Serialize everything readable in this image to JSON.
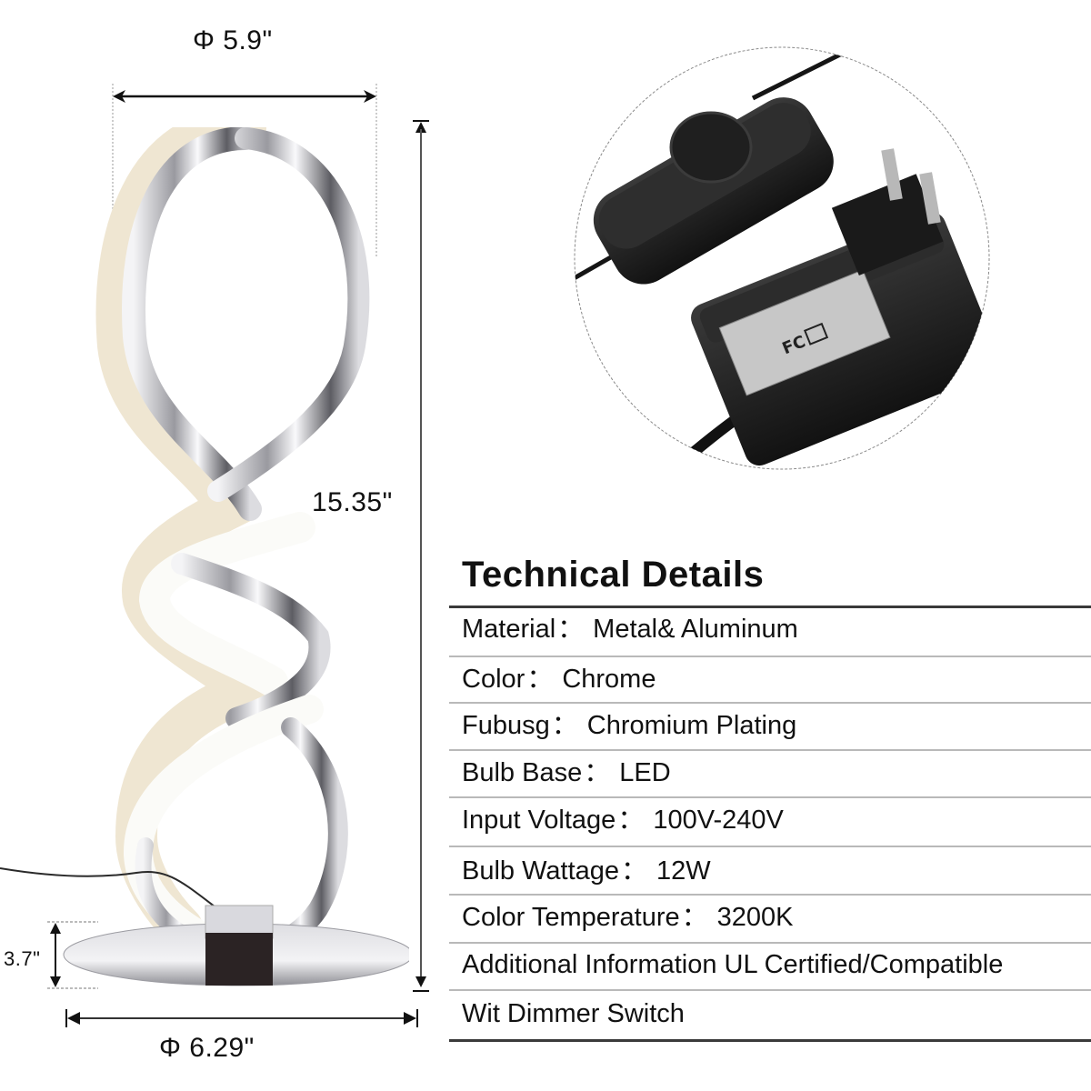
{
  "dimensions": {
    "top_width": "Φ 5.9\"",
    "height": "15.35\"",
    "base_height": "3.7\"",
    "base_width": "Φ 6.29\""
  },
  "product_images": {
    "lamp": "spiral-led-table-lamp",
    "accessory": "power-adapter-with-dimmer-switch"
  },
  "specs": {
    "title": "Technical Details",
    "rows": [
      {
        "label": "Material",
        "value": "Metal& Aluminum"
      },
      {
        "label": "Color",
        "value": "Chrome"
      },
      {
        "label": "Fubusg",
        "value": "Chromium Plating"
      },
      {
        "label": "Bulb Base",
        "value": "LED"
      },
      {
        "label": "Input Voltage",
        "value": "100V-240V"
      },
      {
        "label": "Bulb Wattage",
        "value": "12W"
      },
      {
        "label": "Color Temperature",
        "value": "3200K"
      }
    ],
    "additional_info": "Additional Information UL Certified/Compatible",
    "dimmer_note": "Wit Dimmer Switch",
    "separator": "："
  },
  "colors": {
    "background": "#ffffff",
    "text": "#111111",
    "rule_light": "#b9b9b9",
    "rule_dark": "#3a3a3a",
    "chrome": "#c9c9cc",
    "adapter_black": "#1c1c1c"
  }
}
